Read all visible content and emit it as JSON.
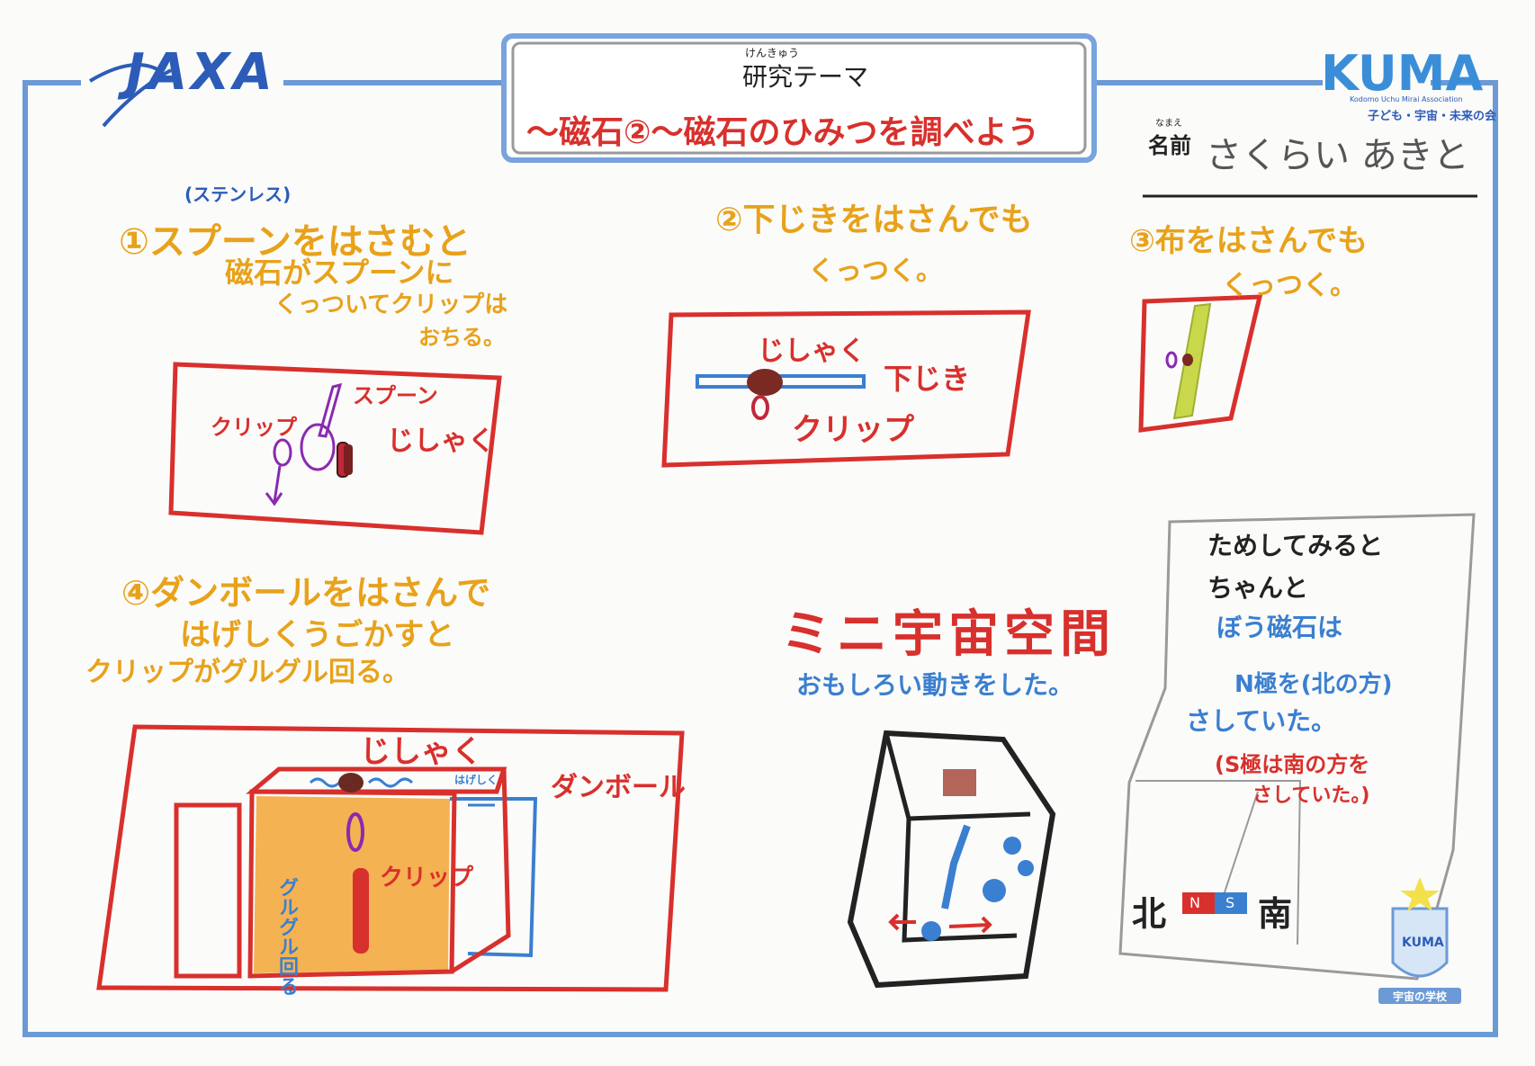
{
  "header": {
    "org_logo": "JAXA",
    "theme_ruby": "けんきゅう",
    "theme_label": "研究テーマ",
    "theme_text": "〜磁石②〜磁石のひみつを調べよう",
    "kuma_logo": "KUMA",
    "kuma_sub": "Kodomo Uchu Mirai Association",
    "kuma_jp": "子ども・宇宙・未来の会",
    "name_ruby": "なまえ",
    "name_label": "名前",
    "name_value": "さくらい あきと"
  },
  "section1": {
    "note": "(ステンレス)",
    "line1": "①スプーンをはさむと",
    "line2": "磁石がスプーンに",
    "line3": "くっついてクリップは",
    "line4": "おちる。",
    "labels": {
      "spoon": "スプーン",
      "clip": "クリップ",
      "magnet": "じしゃく"
    }
  },
  "section2": {
    "line1": "②下じきをはさんでも",
    "line2": "くっつく。",
    "labels": {
      "magnet": "じしゃく",
      "board": "下じき",
      "clip": "クリップ"
    }
  },
  "section3": {
    "line1": "③布をはさんでも",
    "line2": "くっつく。"
  },
  "section4": {
    "line1": "④ダンボールをはさんで",
    "line2": "はげしくうごかすと",
    "line3": "クリップがグルグル回る。",
    "labels": {
      "magnet": "じしゃく",
      "cardboard": "ダンボール",
      "clip": "クリップ",
      "spin": "グルグル回る",
      "small": "はげしく"
    }
  },
  "mini_space": {
    "title": "ミニ宇宙空間",
    "caption": "おもしろい動きをした。"
  },
  "experiment": {
    "line1": "ためしてみると",
    "line2": "ちゃんと",
    "line3": "ぼう磁石は",
    "line4": "N極を(北の方)",
    "line5": "さしていた。",
    "line6": "(S極は南の方を",
    "line7": "さしていた。)",
    "north": "北",
    "south": "南",
    "n": "N",
    "s": "S"
  },
  "badge": {
    "label": "KUMA",
    "caption": "宇宙の学校"
  }
}
